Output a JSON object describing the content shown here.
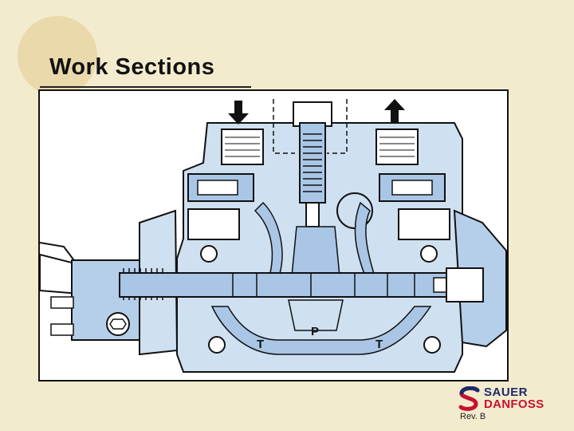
{
  "slide": {
    "title": "Work Sections",
    "revision": "Rev. B"
  },
  "diagram": {
    "labels": {
      "pressure_port": "P",
      "tank_port_left": "T",
      "tank_port_right": "T"
    },
    "colors": {
      "body_fill": "#cfe0f0",
      "channel_fill": "#a9c6e6",
      "outline": "#111111",
      "frame_background": "#ffffff"
    }
  },
  "logo": {
    "line1": "SAUER",
    "line2": "DANFOSS",
    "icon": "sauer-danfoss-s-logo-icon",
    "colors": {
      "primary": "#1b2a6b",
      "accent": "#c8102e"
    }
  },
  "icons": {
    "inlet_arrow": "arrow-down-icon",
    "outlet_arrow": "arrow-up-icon"
  }
}
